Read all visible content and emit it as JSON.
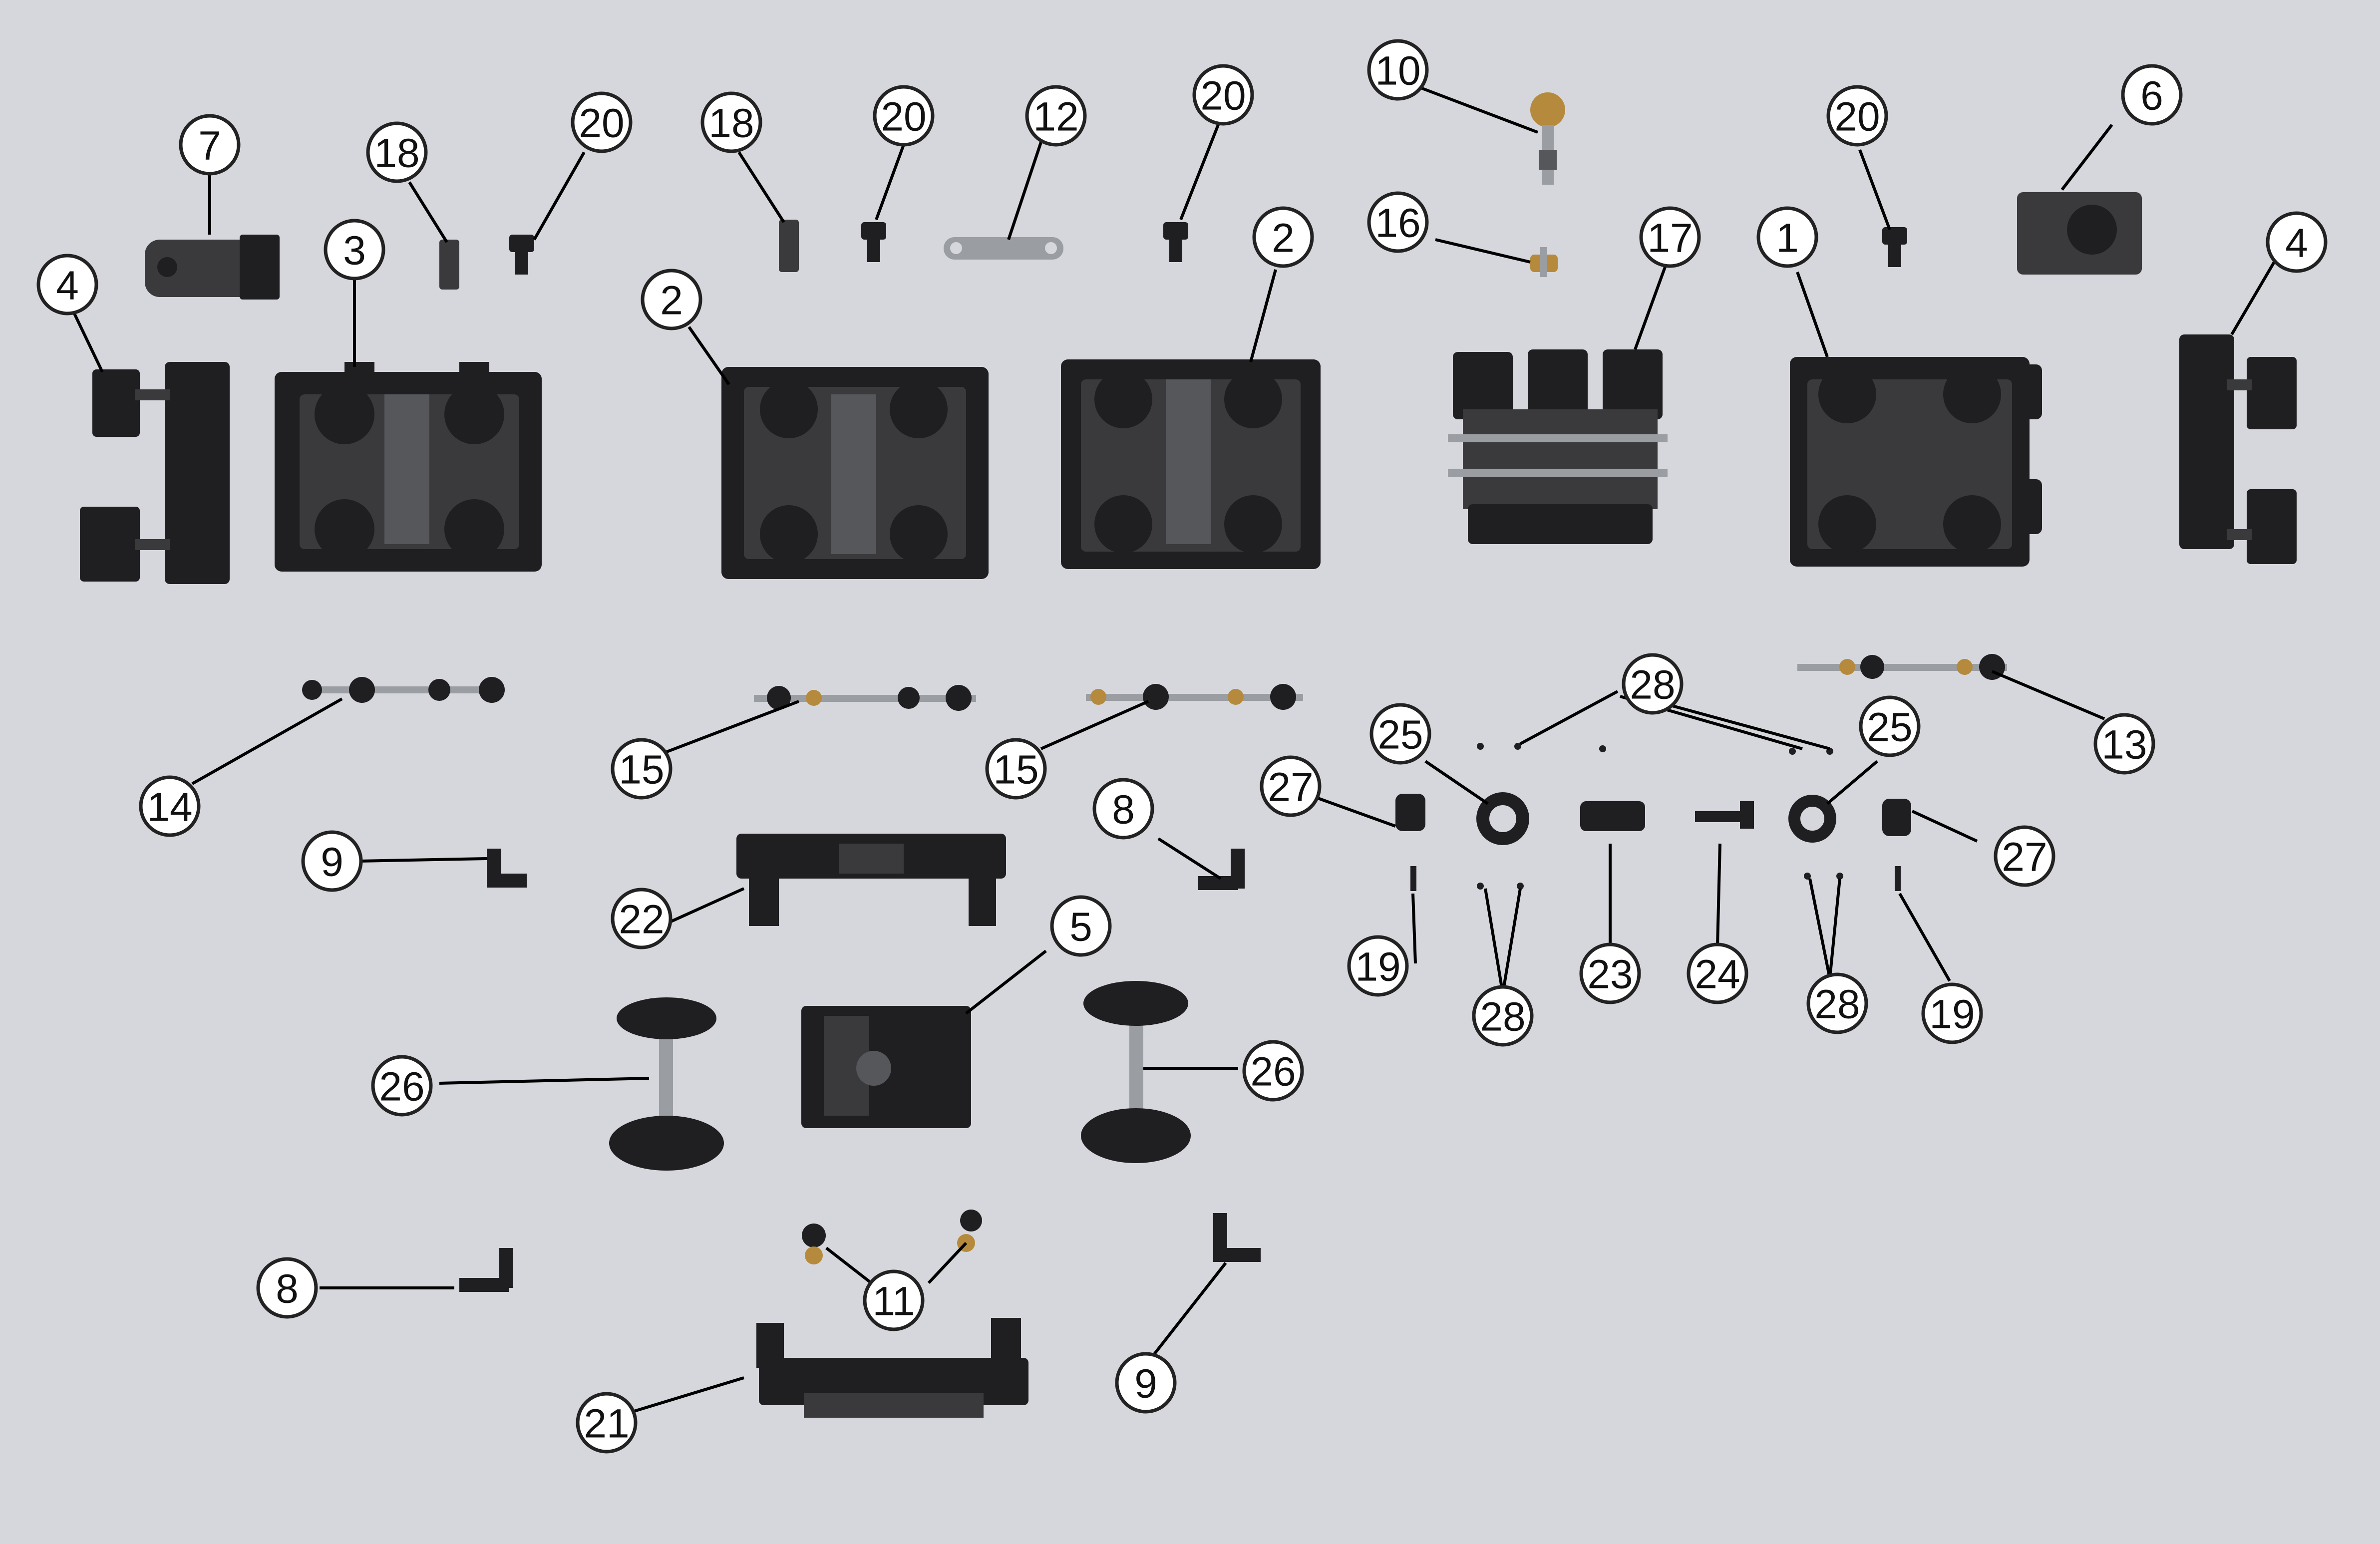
{
  "diagram": {
    "background": "#d6d7dc",
    "callout_labels": {
      "c1": "1",
      "c2a": "2",
      "c2b": "2",
      "c3": "3",
      "c4a": "4",
      "c4b": "4",
      "c5": "5",
      "c6": "6",
      "c7": "7",
      "c8a": "8",
      "c8b": "8",
      "c9a": "9",
      "c9b": "9",
      "c10": "10",
      "c11": "11",
      "c12": "12",
      "c13": "13",
      "c14": "14",
      "c15a": "15",
      "c15b": "15",
      "c16": "16",
      "c17": "17",
      "c18a": "18",
      "c18b": "18",
      "c19a": "19",
      "c19b": "19",
      "c20a": "20",
      "c20b": "20",
      "c20c": "20",
      "c20d": "20",
      "c21": "21",
      "c22": "22",
      "c23": "23",
      "c24": "24",
      "c25a": "25",
      "c25b": "25",
      "c26a": "26",
      "c26b": "26",
      "c27a": "27",
      "c27b": "27",
      "c28a": "28",
      "c28b": "28",
      "c28c": "28"
    }
  }
}
